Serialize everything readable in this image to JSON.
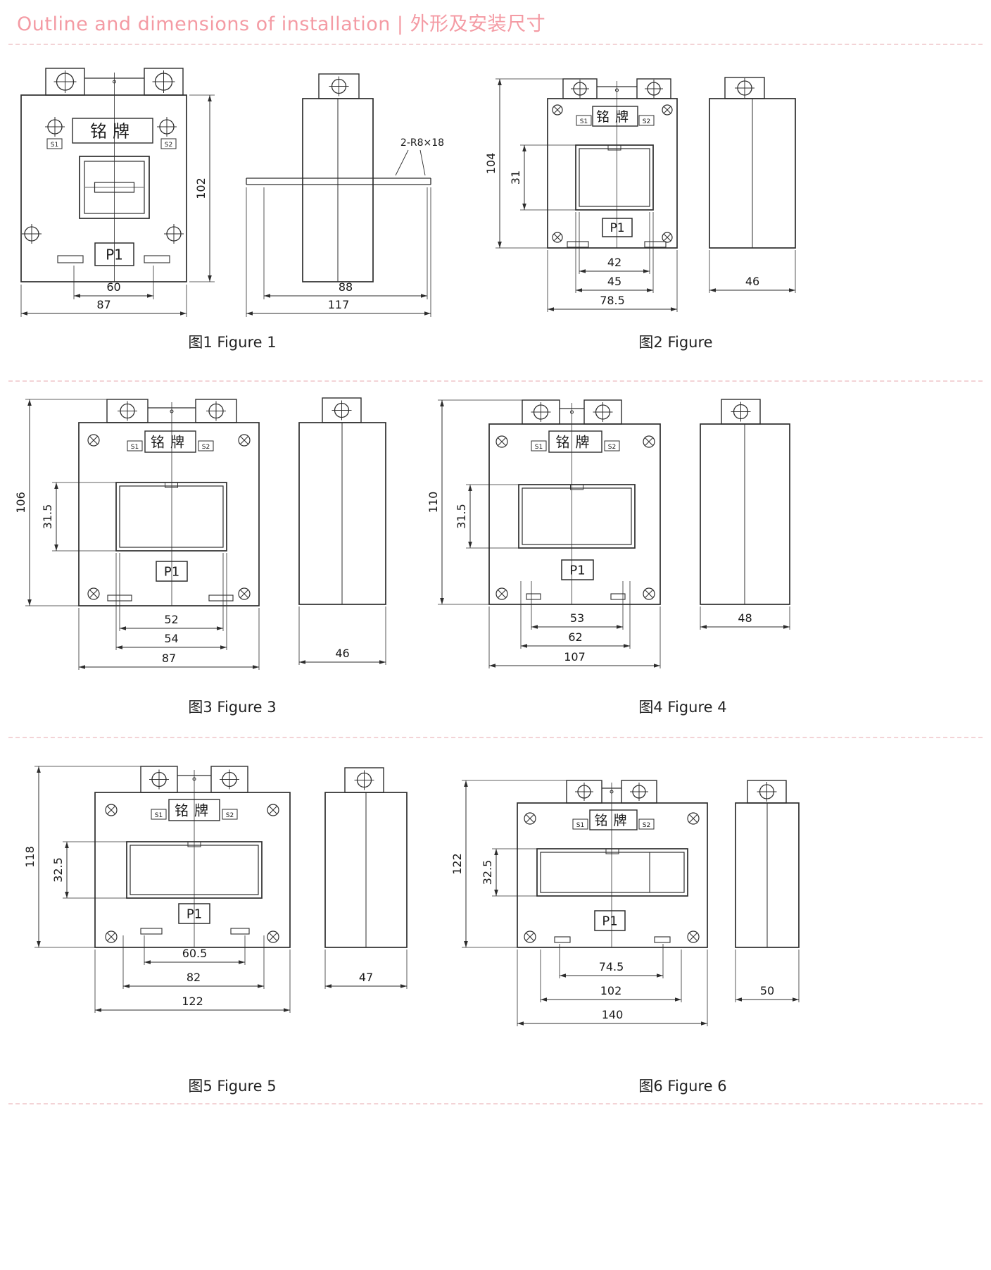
{
  "header": {
    "title": "Outline and dimensions of installation | 外形及安装尺寸"
  },
  "colors": {
    "accent_pink": "#f49ba4",
    "separator_pink": "#f3d3d6",
    "line": "#2d2d2d"
  },
  "figures": [
    {
      "caption": "图1 Figure 1",
      "nameplate": "铭牌",
      "s1": "S1",
      "s2": "S2",
      "p1": "P1",
      "dim_height": "102",
      "dims_bottom": [
        "60",
        "87"
      ],
      "dims_side": [
        "88",
        "117"
      ],
      "note": "2-R8×18"
    },
    {
      "caption": "图2 Figure",
      "nameplate": "铭牌",
      "s1": "S1",
      "s2": "S2",
      "p1": "P1",
      "dim_height": "104",
      "dim_window": "31",
      "dims_bottom": [
        "42",
        "45",
        "78.5"
      ],
      "dims_side": [
        "46"
      ]
    },
    {
      "caption": "图3 Figure 3",
      "nameplate": "铭牌",
      "s1": "S1",
      "s2": "S2",
      "p1": "P1",
      "dim_height": "106",
      "dim_window": "31.5",
      "dims_bottom": [
        "52",
        "54",
        "87"
      ],
      "dims_side": [
        "46"
      ]
    },
    {
      "caption": "图4 Figure 4",
      "nameplate": "铭牌",
      "s1": "S1",
      "s2": "S2",
      "p1": "P1",
      "dim_height": "110",
      "dim_window": "31.5",
      "dims_bottom": [
        "53",
        "62",
        "107"
      ],
      "dims_side": [
        "48"
      ]
    },
    {
      "caption": "图5 Figure 5",
      "nameplate": "铭牌",
      "s1": "S1",
      "s2": "S2",
      "p1": "P1",
      "dim_height": "118",
      "dim_window": "32.5",
      "dims_bottom": [
        "60.5",
        "82",
        "122"
      ],
      "dims_side": [
        "47"
      ]
    },
    {
      "caption": "图6 Figure 6",
      "nameplate": "铭牌",
      "s1": "S1",
      "s2": "S2",
      "p1": "P1",
      "dim_height": "122",
      "dim_window": "32.5",
      "dims_bottom": [
        "74.5",
        "102",
        "140"
      ],
      "dims_side": [
        "50"
      ]
    }
  ]
}
